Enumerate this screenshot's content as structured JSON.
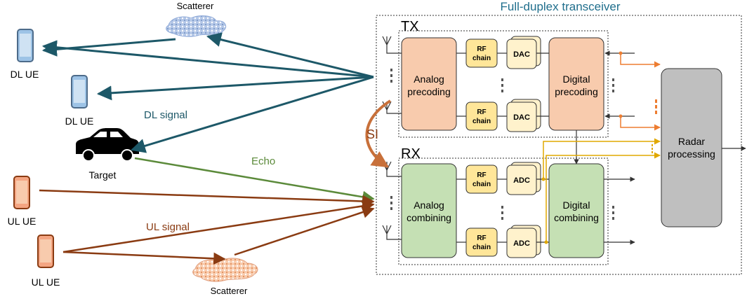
{
  "title": "Full-duplex transceiver",
  "labels": {
    "scatterer_top": "Scatterer",
    "scatterer_bottom": "Scatterer",
    "dl_ue_1": "DL UE",
    "dl_ue_2": "DL UE",
    "dl_signal": "DL signal",
    "target": "Target",
    "echo": "Echo",
    "ul_ue_1": "UL UE",
    "ul_ue_2": "UL UE",
    "ul_signal": "UL signal",
    "si": "SI"
  },
  "tx": {
    "label": "TX",
    "analog_line1": "Analog",
    "analog_line2": "precoding",
    "rf_line1": "RF",
    "rf_line2": "chain",
    "converter": "DAC",
    "digital_line1": "Digital",
    "digital_line2": "precoding"
  },
  "rx": {
    "label": "RX",
    "analog_line1": "Analog",
    "analog_line2": "combining",
    "rf_line1": "RF",
    "rf_line2": "chain",
    "converter": "ADC",
    "digital_line1": "Digital",
    "digital_line2": "combining"
  },
  "radar": {
    "line1": "Radar",
    "line2": "processing"
  },
  "colors": {
    "dl": "#1d5868",
    "ul": "#8a3b12",
    "echo": "#5b8a3a",
    "tx_block": "#f8cbad",
    "rx_block": "#c5e0b4",
    "rf_block": "#ffe699",
    "conv_block": "#fff2cc",
    "radar_block": "#bfbfbf",
    "orange_feed": "#ed7d31",
    "gold_feed": "#e0a800",
    "phone_blue": "#9dc3e6",
    "phone_orange": "#f4a582",
    "scatter_blue": "#b4c7e7",
    "scatter_orange": "#f8cbad"
  }
}
